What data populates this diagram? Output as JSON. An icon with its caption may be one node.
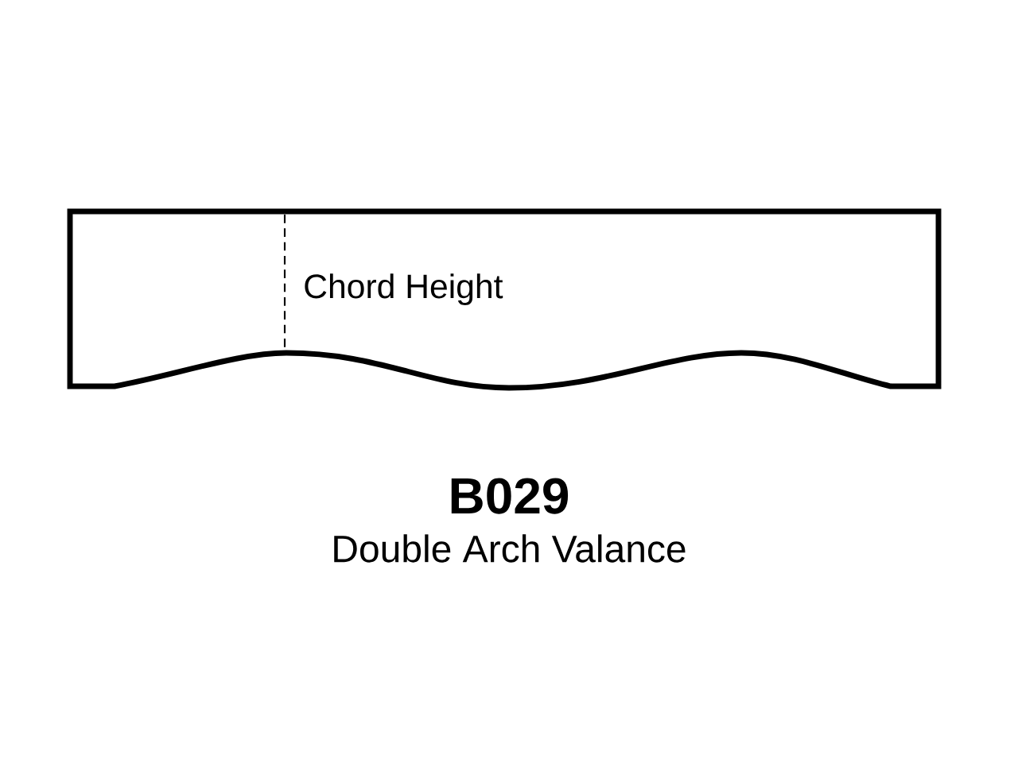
{
  "diagram": {
    "title": "B029",
    "caption": "Double Arch Valance",
    "nodes": [
      {
        "text": [
          "Chord Height"
        ]
      }
    ]
  }
}
